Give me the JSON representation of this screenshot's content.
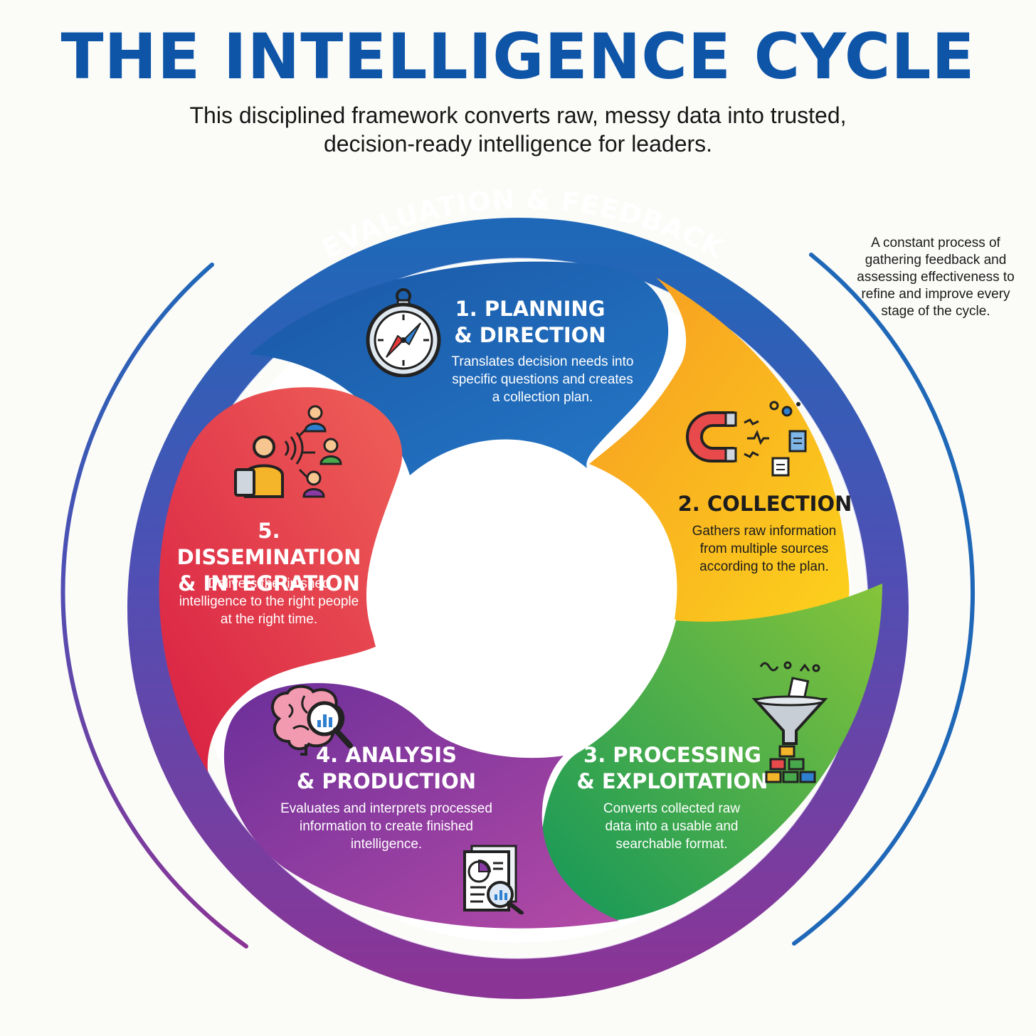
{
  "header": {
    "title": "THE INTELLIGENCE CYCLE",
    "subtitle": "This disciplined framework converts raw, messy data into trusted, decision-ready intelligence for leaders."
  },
  "ring": {
    "label": "EVALUATION & FEEDBACK",
    "note": "A constant process of gathering feedback and assessing effectiveness to refine and improve every stage of the cycle."
  },
  "stages": [
    {
      "title": "1. PLANNING\n& DIRECTION",
      "description": "Translates decision needs into specific questions and creates a collection plan.",
      "color": "#1d62b4",
      "icon": "compass-icon"
    },
    {
      "title": "2. COLLECTION",
      "description": "Gathers raw information from multiple sources according to the plan.",
      "color": "#f7b324",
      "icon": "magnet-icon"
    },
    {
      "title": "3. PROCESSING\n& EXPLOITATION",
      "description": "Converts collected raw data into a usable and searchable format.",
      "color": "#40a84a",
      "icon": "funnel-icon"
    },
    {
      "title": "4. ANALYSIS\n& PRODUCTION",
      "description": "Evaluates and interprets processed information to create finished intelligence.",
      "color": "#8a3aa4",
      "icon": "brain-analysis-icon"
    },
    {
      "title": "5. DISSEMINATION\n& INTEGRATION",
      "description": "Delivers the finished intelligence to the right people at the right time.",
      "color": "#e2344c",
      "icon": "people-network-icon"
    }
  ]
}
